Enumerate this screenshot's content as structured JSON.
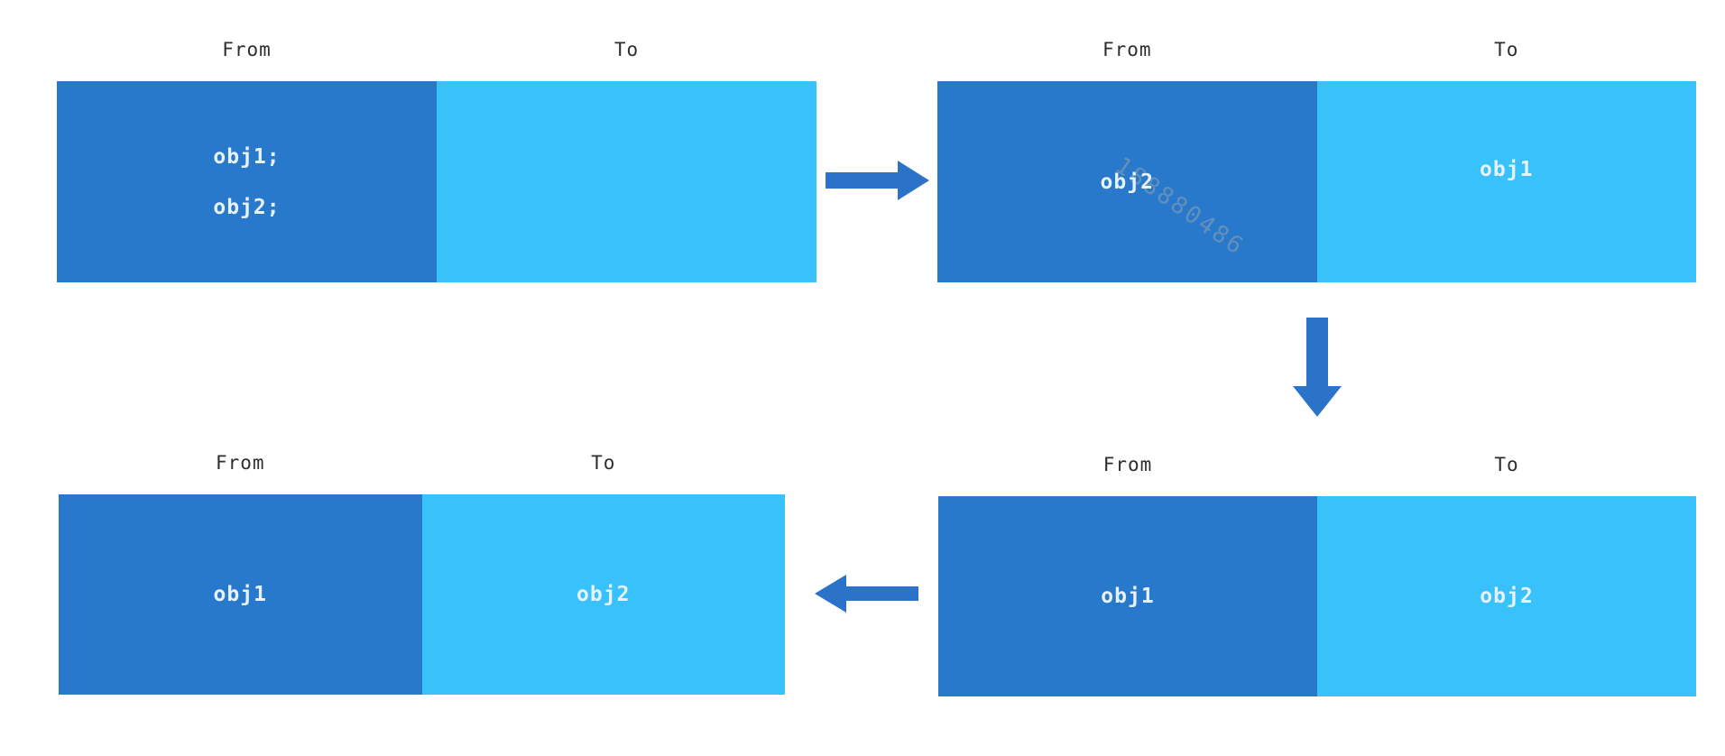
{
  "colors": {
    "from_box": "#2879CB",
    "to_box": "#38C1FB",
    "arrow": "#2B73C8",
    "label_text": "#2E2E2E",
    "box_text": "#E8F2FC",
    "watermark": "#93A2B0"
  },
  "panels": [
    {
      "position": "top-left",
      "from_label": "From",
      "to_label": "To",
      "from_line1": "obj1;",
      "from_line2": "obj2;",
      "to_text": ""
    },
    {
      "position": "top-right",
      "from_label": "From",
      "to_label": "To",
      "from_text": "obj2",
      "to_text": "obj1",
      "watermark": "188880486"
    },
    {
      "position": "bottom-left",
      "from_label": "From",
      "to_label": "To",
      "from_text": "obj1",
      "to_text": "obj2"
    },
    {
      "position": "bottom-right",
      "from_label": "From",
      "to_label": "To",
      "from_text": "obj1",
      "to_text": "obj2"
    }
  ],
  "arrows": [
    {
      "name": "arrow-right",
      "direction": "right"
    },
    {
      "name": "arrow-down",
      "direction": "down"
    },
    {
      "name": "arrow-left",
      "direction": "left"
    }
  ]
}
